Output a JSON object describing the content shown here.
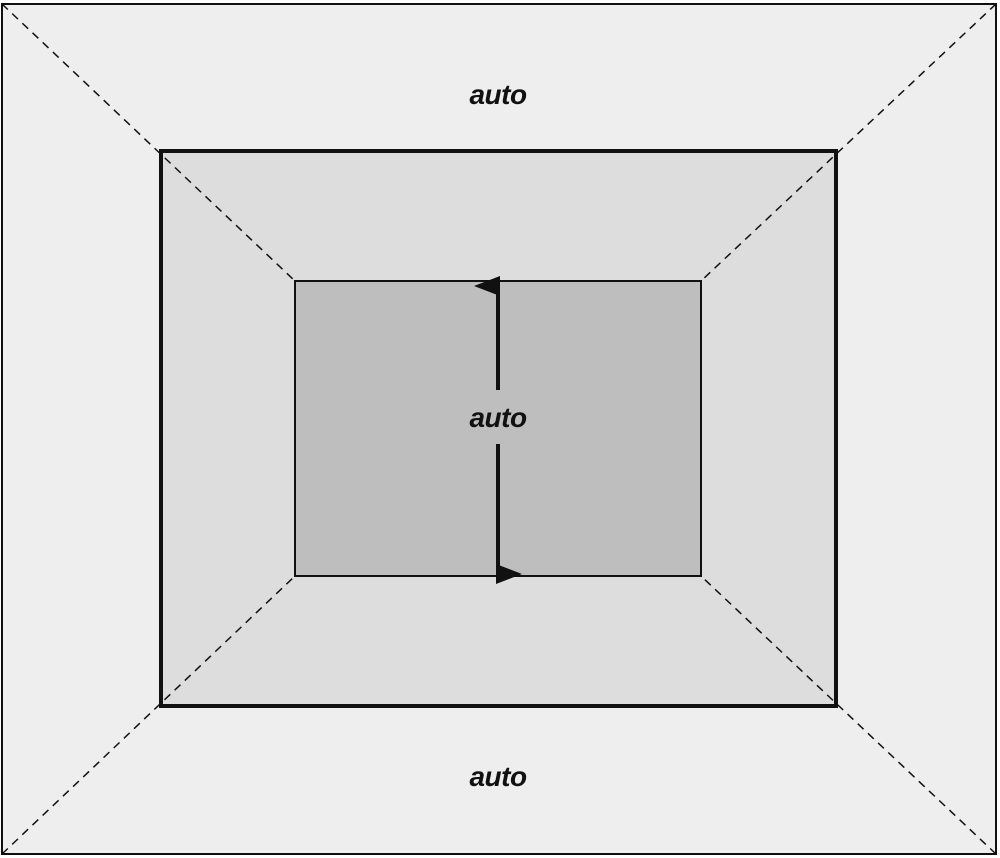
{
  "diagram": {
    "labels": {
      "top_margin": "auto",
      "height": "auto",
      "bottom_margin": "auto"
    },
    "colors": {
      "margin_area": "#eeeeee",
      "padding_area": "#dddddd",
      "content_area": "#bebebe",
      "stroke": "#111111"
    }
  }
}
